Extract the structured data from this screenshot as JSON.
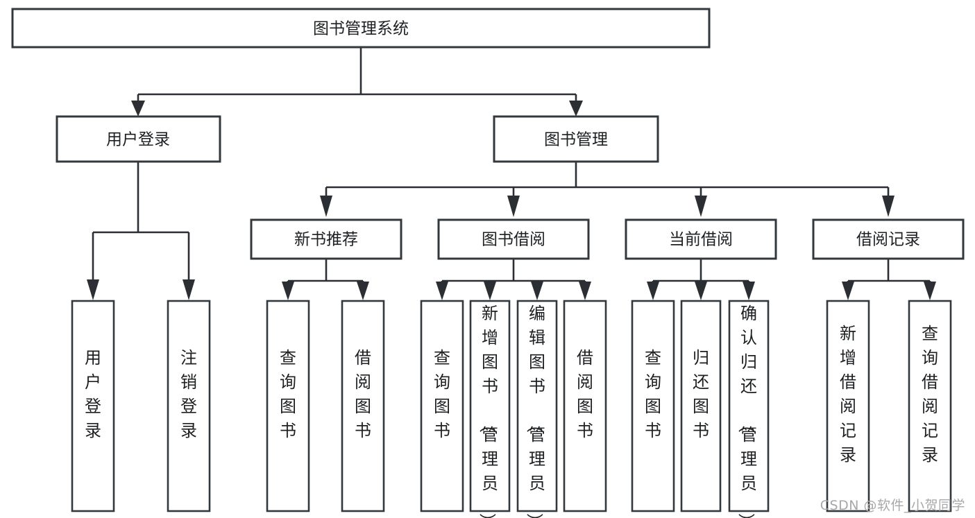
{
  "diagram": {
    "title": "图书管理系统",
    "type": "hierarchy-tree",
    "watermark": "CSDN @软件_小贺同学",
    "colors": {
      "box_stroke": "#33383d",
      "connector": "#2b2f33",
      "background": "#ffffff",
      "text": "#1d1f21",
      "watermark": "#a8a8a8"
    },
    "levels": [
      {
        "level": 1,
        "nodes": [
          {
            "id": "root",
            "label": "图书管理系统",
            "orientation": "horizontal"
          }
        ]
      },
      {
        "level": 2,
        "nodes": [
          {
            "id": "user-login",
            "label": "用户登录",
            "orientation": "horizontal",
            "parent": "root"
          },
          {
            "id": "book-manage",
            "label": "图书管理",
            "orientation": "horizontal",
            "parent": "root"
          }
        ]
      },
      {
        "level": 3,
        "nodes": [
          {
            "id": "new-book-rec",
            "label": "新书推荐",
            "orientation": "horizontal",
            "parent": "book-manage"
          },
          {
            "id": "book-borrow",
            "label": "图书借阅",
            "orientation": "horizontal",
            "parent": "book-manage"
          },
          {
            "id": "current-borrow",
            "label": "当前借阅",
            "orientation": "horizontal",
            "parent": "book-manage"
          },
          {
            "id": "borrow-record",
            "label": "借阅记录",
            "orientation": "horizontal",
            "parent": "book-manage"
          }
        ]
      },
      {
        "level": 4,
        "nodes": [
          {
            "id": "leaf-user-login",
            "label": "用户登录",
            "orientation": "vertical",
            "parent": "user-login"
          },
          {
            "id": "leaf-logout",
            "label": "注销登录",
            "orientation": "vertical",
            "parent": "user-login"
          },
          {
            "id": "leaf-query-book-1",
            "label": "查询图书",
            "orientation": "vertical",
            "parent": "new-book-rec"
          },
          {
            "id": "leaf-borrow-book-1",
            "label": "借阅图书",
            "orientation": "vertical",
            "parent": "new-book-rec"
          },
          {
            "id": "leaf-query-book-2",
            "label": "查询图书",
            "orientation": "vertical",
            "parent": "book-borrow"
          },
          {
            "id": "leaf-add-book",
            "label": "新增图书（管理员）",
            "orientation": "vertical",
            "parent": "book-borrow"
          },
          {
            "id": "leaf-edit-book",
            "label": "编辑图书（管理员）",
            "orientation": "vertical",
            "parent": "book-borrow"
          },
          {
            "id": "leaf-borrow-book-2",
            "label": "借阅图书",
            "orientation": "vertical",
            "parent": "book-borrow"
          },
          {
            "id": "leaf-query-book-3",
            "label": "查询图书",
            "orientation": "vertical",
            "parent": "current-borrow"
          },
          {
            "id": "leaf-return-book",
            "label": "归还图书",
            "orientation": "vertical",
            "parent": "current-borrow"
          },
          {
            "id": "leaf-confirm-return",
            "label": "确认归还（管理员）",
            "orientation": "vertical",
            "parent": "current-borrow"
          },
          {
            "id": "leaf-add-record",
            "label": "新增借阅记录",
            "orientation": "vertical",
            "parent": "borrow-record"
          },
          {
            "id": "leaf-query-record",
            "label": "查询借阅记录",
            "orientation": "vertical",
            "parent": "borrow-record"
          }
        ]
      }
    ]
  }
}
